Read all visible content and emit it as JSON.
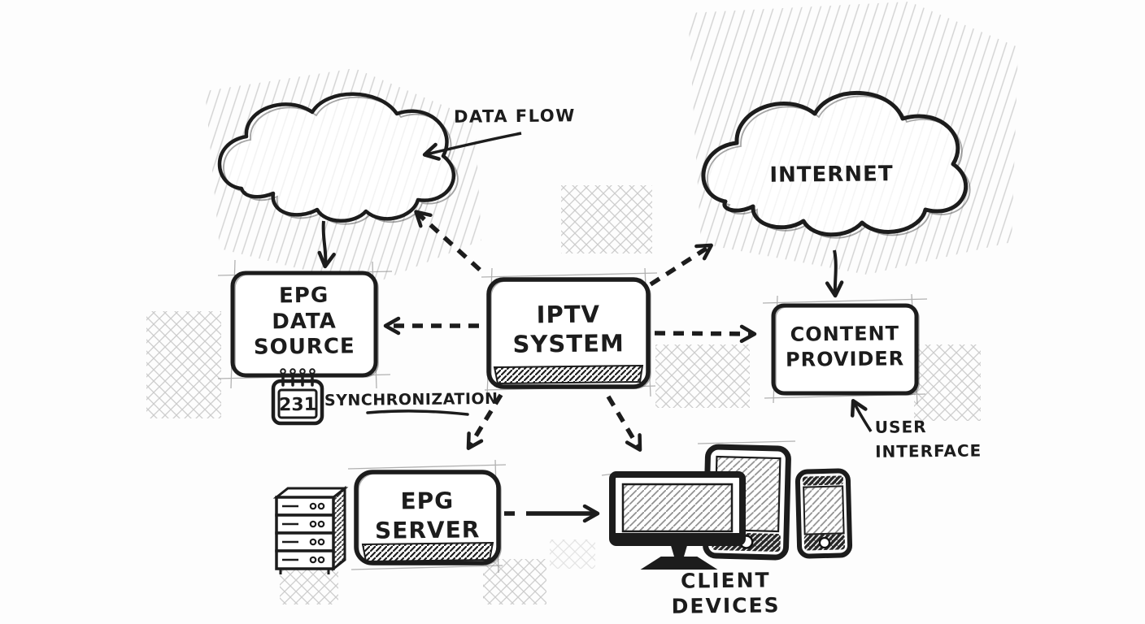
{
  "colors": {
    "ink": "#1c1c1c",
    "paper": "#fdfdfd",
    "pencil": "#c6c6c6"
  },
  "nodes": {
    "internet_cloud": {
      "label": "INTERNET"
    },
    "epg_data_source": {
      "label": "EPG\nDATA\nSOURCE"
    },
    "iptv_system": {
      "label": "IPTV\nSYSTEM"
    },
    "content_provider": {
      "label": "CONTENT\nPROVIDER"
    },
    "epg_server": {
      "label": "EPG\nSERVER"
    }
  },
  "annotations": {
    "data_flow": {
      "label": "DATA FLOW"
    },
    "synchronization": {
      "label": "SYNCHRONIZATION"
    },
    "user_interface": {
      "label": "USER\nINTERFACE"
    },
    "client_devices": {
      "label": "CLIENT DEVICES"
    },
    "calendar_day": {
      "value": "231"
    }
  },
  "icons": [
    "data-flow-cloud",
    "internet-cloud",
    "calendar-icon",
    "server-rack-icon",
    "monitor-icon",
    "tablet-icon",
    "smartphone-icon"
  ],
  "edges": [
    {
      "from": "data-flow-cloud",
      "to": "epg-data-source",
      "style": "solid"
    },
    {
      "from": "iptv-system",
      "to": "data-flow-cloud",
      "style": "dashed"
    },
    {
      "from": "iptv-system",
      "to": "epg-data-source",
      "style": "dashed"
    },
    {
      "from": "iptv-system",
      "to": "internet-cloud",
      "style": "dashed"
    },
    {
      "from": "internet-cloud",
      "to": "content-provider",
      "style": "solid"
    },
    {
      "from": "iptv-system",
      "to": "content-provider",
      "style": "dashed"
    },
    {
      "from": "iptv-system",
      "to": "epg-server",
      "style": "dashed"
    },
    {
      "from": "iptv-system",
      "to": "client-devices",
      "style": "dashed"
    },
    {
      "from": "epg-server",
      "to": "client-devices",
      "style": "solid"
    },
    {
      "from": "data-flow-label",
      "to": "data-flow-cloud",
      "style": "solid"
    },
    {
      "from": "user-interface-label",
      "to": "content-provider",
      "style": "solid"
    }
  ]
}
